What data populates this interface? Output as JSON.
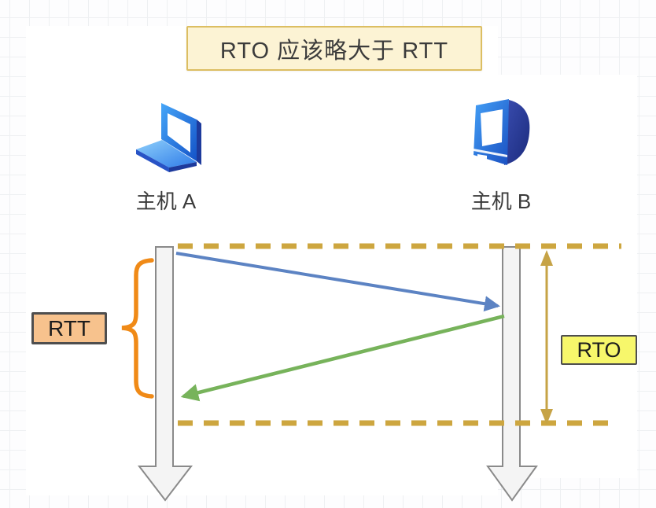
{
  "header": {
    "title": "RTO 应该略大于 RTT"
  },
  "hosts": {
    "a": {
      "label": "主机 A",
      "icon": "laptop-icon"
    },
    "b": {
      "label": "主机 B",
      "icon": "desktop-icon"
    }
  },
  "annotations": {
    "rtt": {
      "label": "RTT",
      "side": "left",
      "pointer": "orange-curly-brace"
    },
    "rto": {
      "label": "RTO",
      "side": "right",
      "pointer": "gold-double-arrow"
    }
  },
  "diagram": {
    "type": "sequence",
    "timelines": [
      {
        "host": "主机 A",
        "style": "hollow-down-arrow"
      },
      {
        "host": "主机 B",
        "style": "hollow-down-arrow"
      }
    ],
    "messages": [
      {
        "from": "主机 A",
        "to": "主机 B",
        "color": "#5c83c3",
        "name": "send-segment"
      },
      {
        "from": "主机 B",
        "to": "主机 A",
        "color": "#77b35b",
        "name": "ack-reply"
      }
    ],
    "spans": [
      {
        "label": "RTT",
        "covers": "send to ack on host A timeline"
      },
      {
        "label": "RTO",
        "covers": "dashed window on host B side"
      }
    ]
  },
  "colors": {
    "title_bg": "#fcf3d4",
    "title_border": "#dcbe62",
    "rtt_bg": "#f7c28d",
    "rto_bg": "#f7f76b",
    "brace_orange": "#f08a17",
    "dash_gold": "#cda63f",
    "rto_arrow_gold": "#c6a346",
    "message_blue": "#5c83c3",
    "message_green": "#77b35b",
    "timeline_fill": "#f4f4f4",
    "timeline_stroke": "#8a8a8a"
  }
}
